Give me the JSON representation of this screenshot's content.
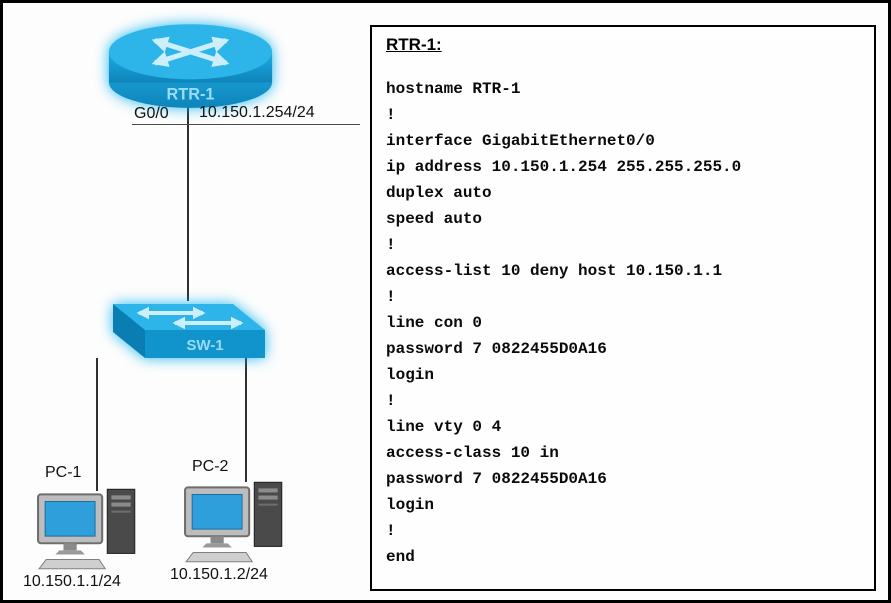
{
  "colors": {
    "device_blue": "#18a8e1",
    "device_blue_dark": "#0d84ba",
    "device_label_blue": "#9adcf5",
    "arrow_light_blue": "#cdeffb",
    "line_color": "#2f2f2f",
    "screen_blue": "#2f9fdc"
  },
  "topology": {
    "router": {
      "name": "RTR-1",
      "interface": "G0/0",
      "ip": "10.150.1.254/24"
    },
    "switch": {
      "name": "SW-1"
    },
    "pc1": {
      "name": "PC-1",
      "ip": "10.150.1.1/24"
    },
    "pc2": {
      "name": "PC-2",
      "ip": "10.150.1.2/24"
    }
  },
  "config_panel": {
    "title": "RTR-1:",
    "lines": [
      "hostname RTR-1",
      "!",
      "interface GigabitEthernet0/0",
      "ip address 10.150.1.254 255.255.255.0",
      "duplex auto",
      "speed auto",
      "!",
      "access-list 10 deny host 10.150.1.1",
      "!",
      "line con 0",
      "password 7 0822455D0A16",
      "login",
      "!",
      "line vty 0 4",
      "access-class 10 in",
      "password 7 0822455D0A16",
      "login",
      "!",
      "end"
    ]
  }
}
